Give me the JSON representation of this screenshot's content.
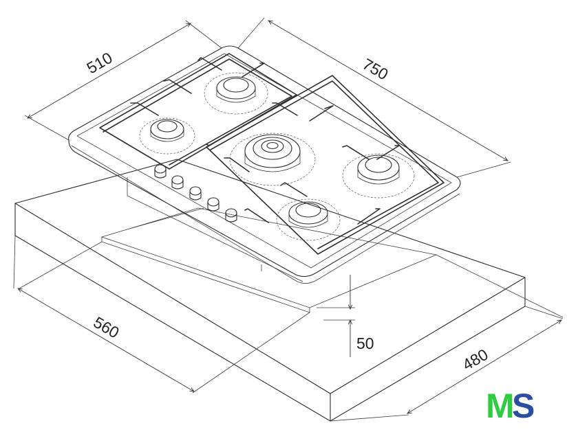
{
  "dimensions": {
    "hob_depth": "510",
    "hob_width": "750",
    "cutout_width": "560",
    "cutout_depth": "480",
    "height": "50"
  },
  "logo": {
    "letter_1": "M",
    "letter_2": "S",
    "color_1": "#2ecc40",
    "color_2": "#2b4fa0"
  }
}
